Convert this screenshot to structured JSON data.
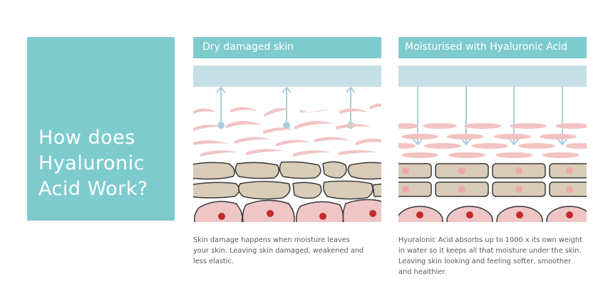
{
  "title_block": {
    "title": "How does\nHyaluronic\nAcid Work?",
    "background_color": "#7ecbce",
    "text_color": "#ffffff"
  },
  "panels": {
    "dry": {
      "title": "Dry damaged skin",
      "caption": "Skin damage happens when moisture leaves your skin. Leaving skin damaged, weakened and less elastic.",
      "arrow_direction": "up",
      "arrow_count": 3
    },
    "moisturised": {
      "title": "Moisturised with Hyaluronic Acid",
      "caption": "Hyuralonic Acid absorbs up to 1000 x its own weight in water so it keeps all that moisture under the skin. Leaving skin looking and feeling softer, smoother and healthier.",
      "arrow_direction": "down",
      "arrow_count": 4
    }
  },
  "colors": {
    "header": "#7ecbce",
    "surface_band": "#c5dfe6",
    "arrow": "#a9cfdc",
    "flake": "#f2c3c3",
    "tan_cell": "#d9ccb8",
    "tan_outline": "#3a3a3a",
    "cell_body": "#f0c5c6",
    "nucleus": "#c52a2a",
    "caption_text": "#5a5a5a"
  }
}
